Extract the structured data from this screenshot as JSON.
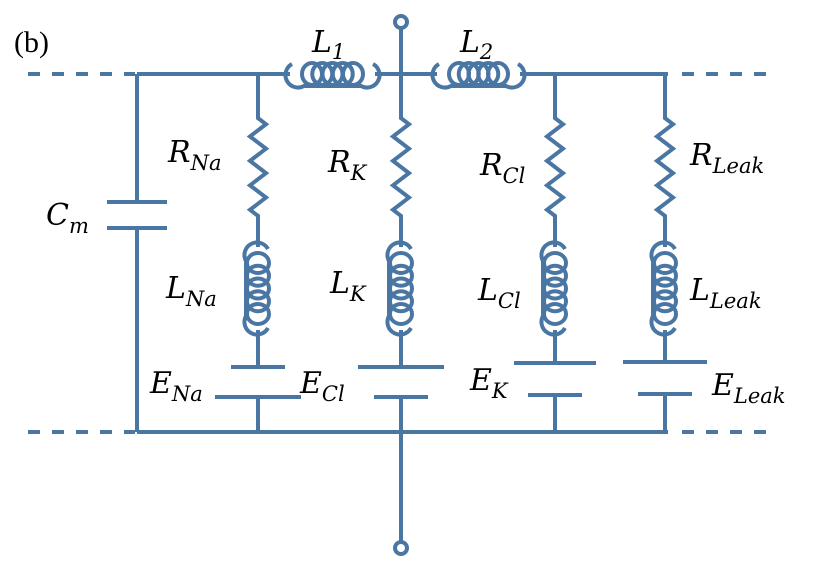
{
  "panel_label": "(b)",
  "wire_color": "#4a76a3",
  "labels": {
    "L1": {
      "main": "L",
      "sub": "1"
    },
    "L2": {
      "main": "L",
      "sub": "2"
    },
    "Cm": {
      "main": "C",
      "sub": "m"
    },
    "RNa": {
      "main": "R",
      "sub": "Na"
    },
    "RK": {
      "main": "R",
      "sub": "K"
    },
    "RCl": {
      "main": "R",
      "sub": "Cl"
    },
    "RLeak": {
      "main": "R",
      "sub": "Leak"
    },
    "LNa": {
      "main": "L",
      "sub": "Na"
    },
    "LK": {
      "main": "L",
      "sub": "K"
    },
    "LCl": {
      "main": "L",
      "sub": "Cl"
    },
    "LLeak": {
      "main": "L",
      "sub": "Leak"
    },
    "ENa": {
      "main": "E",
      "sub": "Na"
    },
    "ECl": {
      "main": "E",
      "sub": "Cl"
    },
    "EK": {
      "main": "E",
      "sub": "K"
    },
    "ELeak": {
      "main": "E",
      "sub": "Leak"
    }
  }
}
